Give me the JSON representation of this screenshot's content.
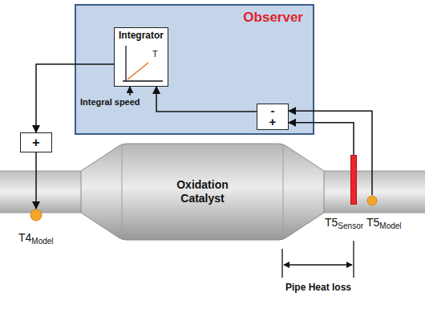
{
  "diagram": {
    "nodes": [
      {
        "text": [
          "Observer"
        ]
      },
      {
        "text": [
          "Integrator"
        ],
        "in": 0
      },
      {
        "text": [
          "-",
          "+"
        ],
        "in": 0
      },
      {
        "text": [
          "+"
        ]
      },
      {
        "text": [
          "T4Model"
        ]
      },
      {
        "text": [
          "Oxidation Catalyst"
        ]
      },
      {
        "text": [
          "T5Sensor"
        ]
      },
      {
        "text": [
          "T5Model"
        ]
      }
    ],
    "edges": [
      {
        "from": 1,
        "to": 3,
        "arrow": "to"
      },
      {
        "from": 3,
        "to": 4,
        "arrow": "to"
      },
      {
        "from": 2,
        "to": 1,
        "arrow": "to"
      },
      {
        "from": 6,
        "to": 2,
        "arrow": "to"
      },
      {
        "from": 7,
        "to": 2,
        "arrow": "to"
      }
    ],
    "labels": [
      "T",
      "Integral speed",
      "Pipe Heat loss"
    ]
  }
}
